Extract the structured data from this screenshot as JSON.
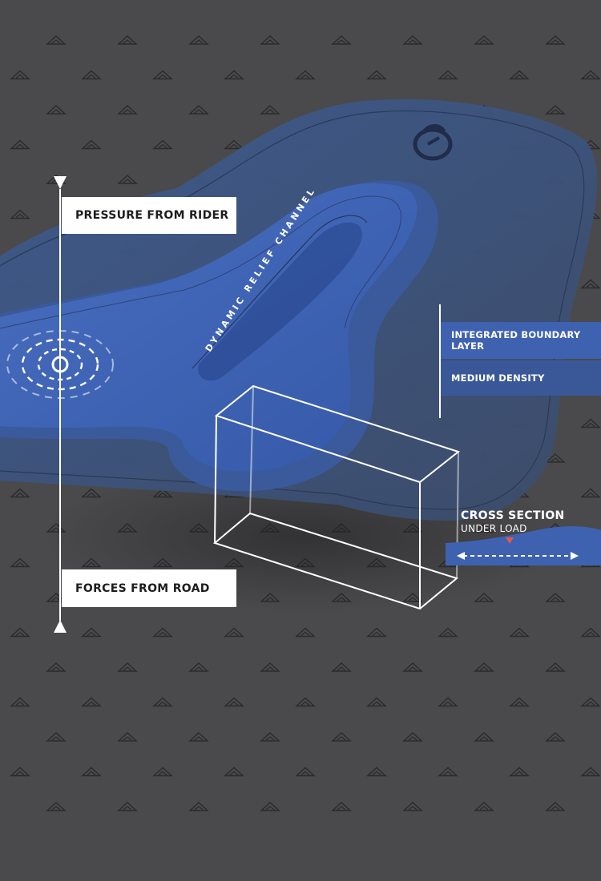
{
  "labels": {
    "pressure": "PRESSURE FROM RIDER",
    "forces": "FORCES FROM ROAD",
    "channel": "DYNAMIC RELIEF CHANNEL",
    "boundary": "INTEGRATED BOUNDARY LAYER",
    "density": "MEDIUM DENSITY",
    "cross_section_title": "CROSS SECTION",
    "cross_section_sub": "UNDER LOAD"
  },
  "icons": {
    "logo": "brand-logo-icon",
    "pattern": "triangle-pattern-icon",
    "load-marker": "down-triangle-icon",
    "double-arrow": "double-arrow-icon"
  },
  "colors": {
    "background": "#4a4a4c",
    "pad_outer": "#3f5378",
    "pad_mid": "#3a5a9c",
    "pad_inner": "#4064b2",
    "tag_blue": "#3f5c9c",
    "accent_red": "#e2584a"
  }
}
